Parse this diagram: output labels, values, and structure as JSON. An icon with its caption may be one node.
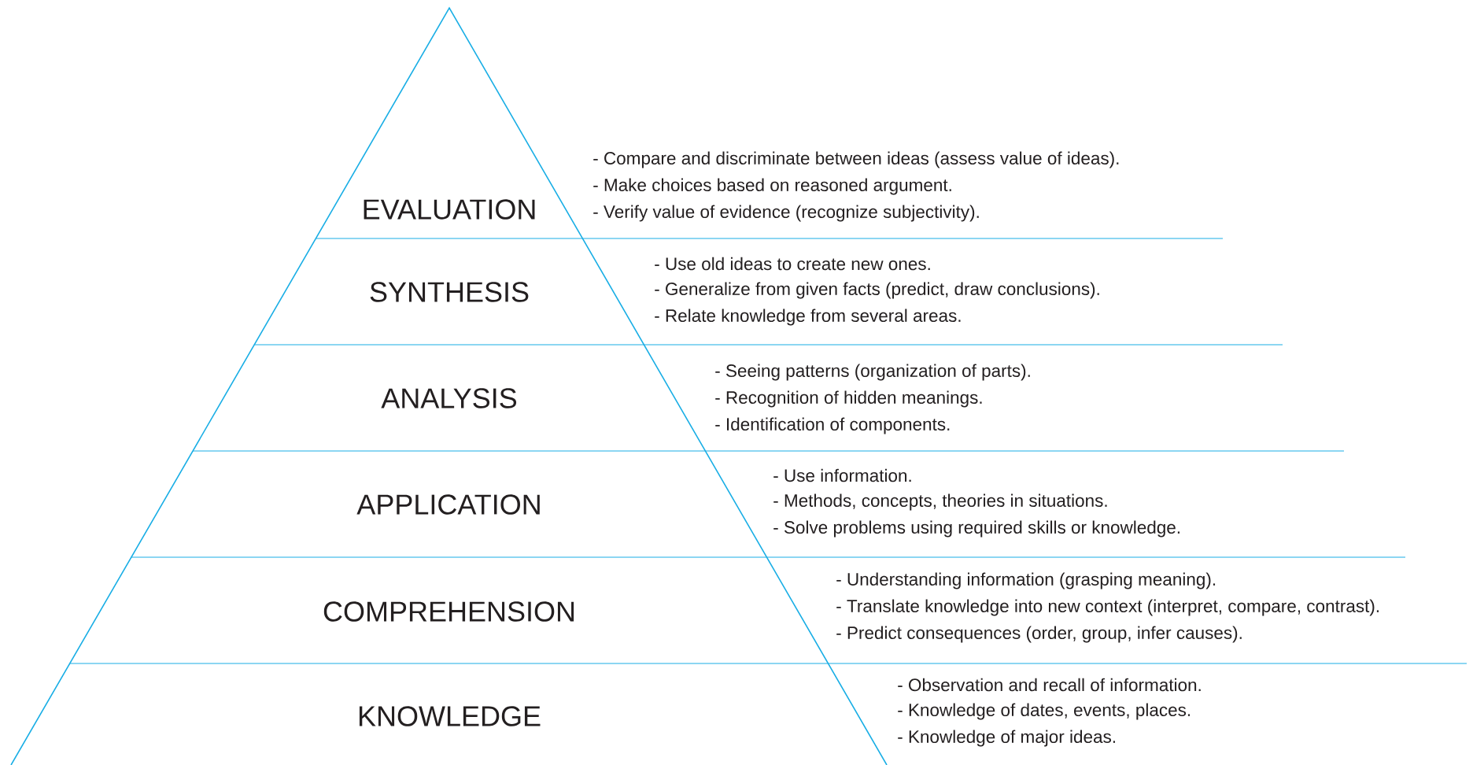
{
  "diagram": {
    "nodes": [
      {
        "text": [
          "EVALUATION",
          "- Compare and discriminate between ideas (assess value of ideas).",
          "- Make choices based on reasoned argument.",
          "- Verify value of evidence (recognize subjectivity)."
        ]
      },
      {
        "text": [
          "SYNTHESIS",
          "- Use old ideas to create new ones.",
          "- Generalize from given facts (predict, draw conclusions).",
          "- Relate knowledge from several areas."
        ]
      },
      {
        "text": [
          "ANALYSIS",
          "- Seeing patterns (organization of parts).",
          "- Recognition of hidden meanings.",
          "- Identification of components."
        ]
      },
      {
        "text": [
          "APPLICATION",
          "- Use information.",
          "- Methods, concepts, theories in situations.",
          "- Solve problems using required skills or knowledge."
        ]
      },
      {
        "text": [
          "COMPREHENSION",
          "- Understanding information (grasping meaning).",
          "- Translate knowledge into new context (interpret, compare, contrast).",
          "- Predict consequences (order, group, infer causes)."
        ]
      },
      {
        "text": [
          "KNOWLEDGE",
          "- Observation and recall of information.",
          "- Knowledge of dates, events, places.",
          "- Knowledge of major ideas."
        ]
      }
    ]
  }
}
